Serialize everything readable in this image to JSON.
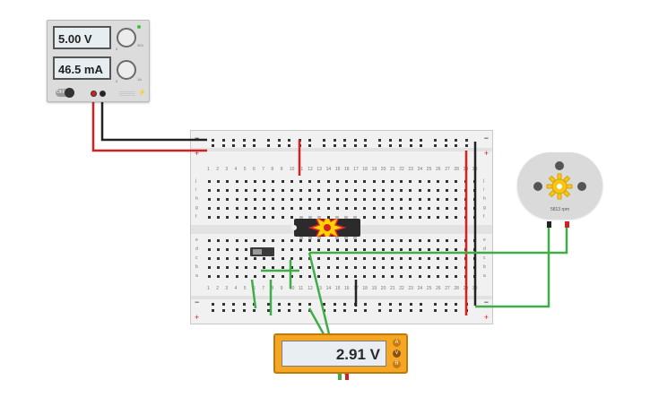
{
  "power_supply": {
    "voltage": "5.00 V",
    "current": "46.5 mA",
    "switch_label": "OFF",
    "knob1_tick_max": "30V",
    "knob1_tick_min": "0",
    "knob2_tick_max": "1A",
    "knob2_tick_min": "0"
  },
  "breadboard": {
    "column_numbers": [
      "1",
      "2",
      "3",
      "4",
      "5",
      "6",
      "7",
      "8",
      "9",
      "10",
      "11",
      "12",
      "13",
      "14",
      "15",
      "16",
      "17",
      "18",
      "19",
      "20",
      "21",
      "22",
      "23",
      "24",
      "25",
      "26",
      "27",
      "28",
      "29",
      "30"
    ],
    "upper_row_letters": [
      "j",
      "i",
      "h",
      "g",
      "f"
    ],
    "lower_row_letters": [
      "e",
      "d",
      "c",
      "b",
      "a"
    ],
    "rail_minus": "−",
    "rail_plus": "+"
  },
  "motor": {
    "speed_label": "5813 rpm"
  },
  "multimeter": {
    "reading": "2.91 V",
    "buttons": [
      "A",
      "V",
      "R"
    ]
  },
  "colors": {
    "red_wire": "#d32020",
    "black_wire": "#222222",
    "green_wire": "#3fae49",
    "meter_body": "#f5a623",
    "ic_body": "#2b2b2b"
  }
}
